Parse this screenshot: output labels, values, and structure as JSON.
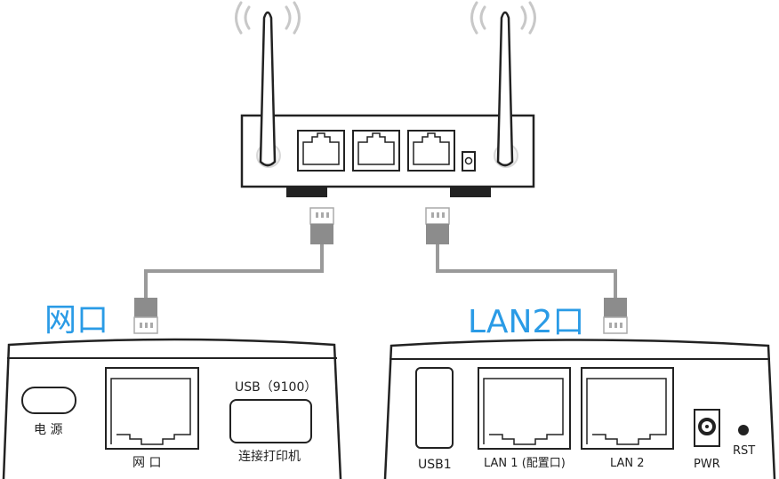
{
  "callouts": {
    "left_title": "网口",
    "right_title": "LAN2口"
  },
  "left_device": {
    "power_label": "电 源",
    "lan_label": "网  口",
    "usb_header": "USB（9100）",
    "usb_caption": "连接打印机"
  },
  "right_device": {
    "usb_label": "USB1",
    "lan1_label": "LAN 1 (配置口)",
    "lan2_label": "LAN 2",
    "pwr_label": "PWR",
    "rst_label": "RST"
  },
  "colors": {
    "callout_blue": "#2a9be6",
    "cable_gray": "#9a9a9a",
    "outline": "#222222"
  }
}
